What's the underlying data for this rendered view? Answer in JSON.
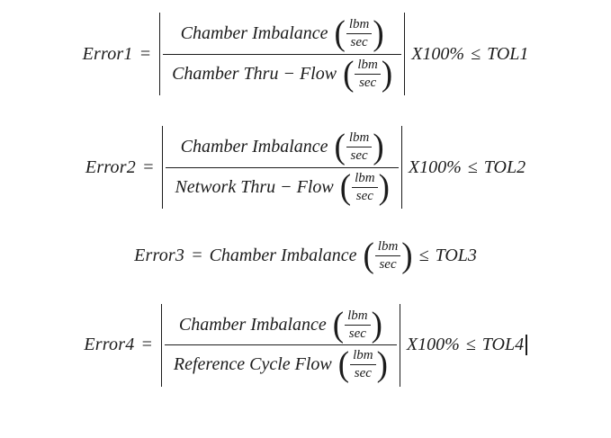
{
  "unit": {
    "top": "lbm",
    "bottom": "sec"
  },
  "symbols": {
    "open_paren": "(",
    "close_paren": ")"
  },
  "equations": [
    {
      "label": "Error1",
      "equals": "=",
      "numerator": "Chamber Imbalance",
      "denominator": "Chamber Thru − Flow",
      "multiplier": "X100%",
      "relation": "≤",
      "tolerance": "TOL1"
    },
    {
      "label": "Error2",
      "equals": "=",
      "numerator": "Chamber Imbalance",
      "denominator": "Network Thru − Flow",
      "multiplier": "X100%",
      "relation": "≤",
      "tolerance": "TOL2"
    },
    {
      "label": "Error3",
      "equals": "=",
      "body": "Chamber Imbalance",
      "relation": "≤",
      "tolerance": "TOL3"
    },
    {
      "label": "Error4",
      "equals": "=",
      "numerator": "Chamber Imbalance",
      "denominator": "Reference Cycle Flow",
      "multiplier": "X100%",
      "relation": "≤",
      "tolerance": "TOL4"
    }
  ]
}
